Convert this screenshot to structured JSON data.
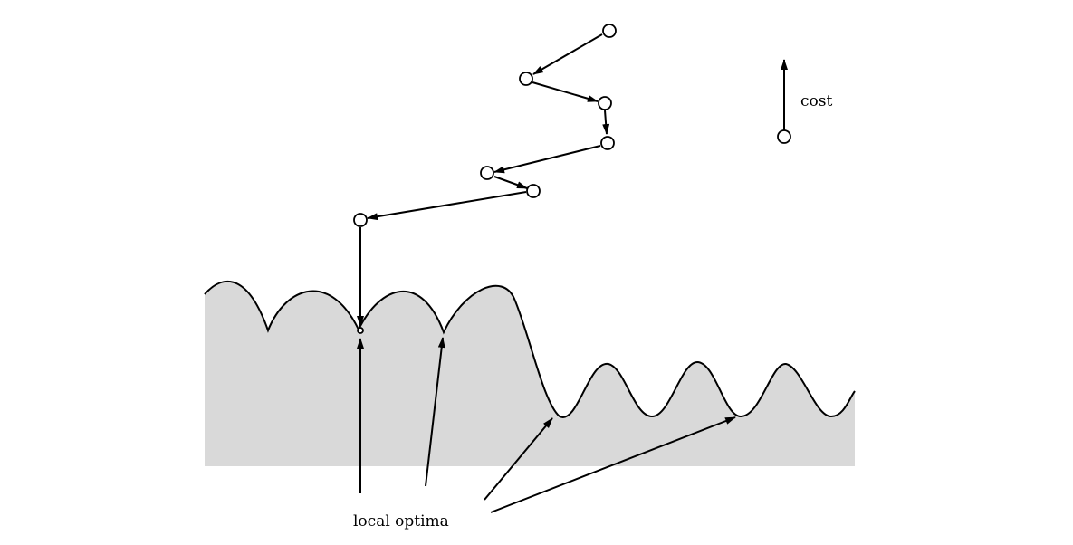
{
  "labels": {
    "axis": "cost",
    "minima": "local optima"
  },
  "colors": {
    "landscape_fill": "#d9d9d9",
    "ink": "#000000",
    "background": "#ffffff"
  },
  "icons": {
    "node": "hollow-circle",
    "arrow": "arrowhead"
  }
}
